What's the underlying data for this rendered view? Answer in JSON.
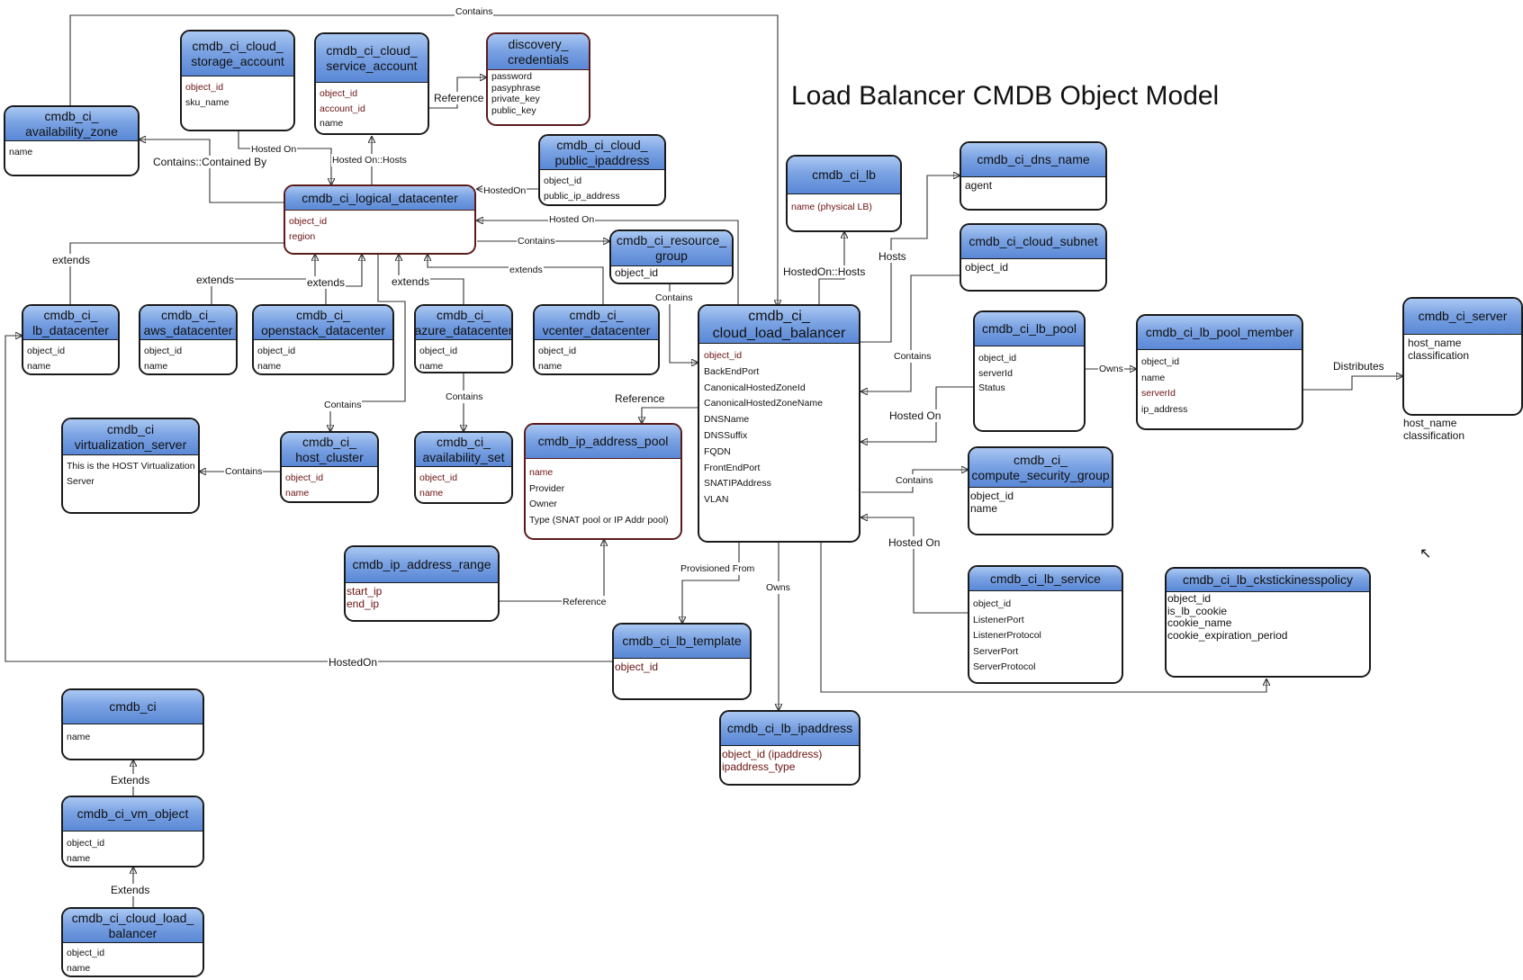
{
  "title": "Load Balancer CMDB Object Model",
  "nodes": {
    "availability_zone": {
      "title_l1": "cmdb_ci_",
      "title_l2": "availability_zone",
      "attrs": [
        "name"
      ]
    },
    "cloud_storage_account": {
      "title_l1": "cmdb_ci_cloud_",
      "title_l2": "storage_account",
      "attrs": [
        "object_id",
        "sku_name"
      ]
    },
    "cloud_service_account": {
      "title_l1": "cmdb_ci_cloud_",
      "title_l2": "service_account",
      "attrs": [
        "object_id",
        "account_id",
        "name"
      ]
    },
    "discovery_credentials": {
      "title_l1": "discovery_",
      "title_l2": "credentials",
      "attrs": [
        "password",
        "pasyphrase",
        "private_key",
        "public_key"
      ]
    },
    "cloud_public_ipaddress": {
      "title_l1": "cmdb_ci_cloud_",
      "title_l2": "public_ipaddress",
      "attrs": [
        "object_id",
        "public_ip_address"
      ]
    },
    "logical_datacenter": {
      "title_l1": "cmdb_ci_logical_datacenter",
      "attrs": [
        "object_id",
        "region"
      ]
    },
    "resource_group": {
      "title_l1": "cmdb_ci_resource_",
      "title_l2": "group",
      "attrs": [
        "object_id"
      ]
    },
    "lb": {
      "title_l1": "cmdb_ci_lb",
      "attrs": [
        "name (physical LB)"
      ]
    },
    "dns_name": {
      "title_l1": "cmdb_ci_dns_name",
      "attrs": [
        "agent"
      ]
    },
    "cloud_subnet": {
      "title_l1": "cmdb_ci_cloud_subnet",
      "attrs": [
        "object_id"
      ]
    },
    "lb_datacenter": {
      "title_l1": "cmdb_ci_",
      "title_l2": "lb_datacenter",
      "attrs": [
        "object_id",
        "name"
      ]
    },
    "aws_datacenter": {
      "title_l1": "cmdb_ci_",
      "title_l2": "aws_datacenter",
      "attrs": [
        "object_id",
        "name"
      ]
    },
    "openstack_datacenter": {
      "title_l1": "cmdb_ci_",
      "title_l2": "openstack_datacenter",
      "attrs": [
        "object_id",
        "name"
      ]
    },
    "azure_datacenter": {
      "title_l1": "cmdb_ci_",
      "title_l2": "azure_datacenter",
      "attrs": [
        "object_id",
        "name"
      ]
    },
    "vcenter_datacenter": {
      "title_l1": "cmdb_ci_",
      "title_l2": "vcenter_datacenter",
      "attrs": [
        "object_id",
        "name"
      ]
    },
    "cloud_load_balancer": {
      "title_l1": "cmdb_ci_",
      "title_l2": "cloud_load_balancer",
      "attrs": [
        "object_id",
        "BackEndPort",
        "CanonicalHostedZoneId",
        "CanonicalHostedZoneName",
        "DNSName",
        "DNSSuffix",
        "FQDN",
        "FrontEndPort",
        "SNATIPAddress",
        "VLAN"
      ]
    },
    "lb_pool": {
      "title_l1": "cmdb_ci_lb_pool",
      "attrs": [
        "object_id",
        "serverId",
        "Status"
      ]
    },
    "lb_pool_member": {
      "title_l1": "cmdb_ci_lb_pool_member",
      "attrs": [
        "object_id",
        "name",
        "serverId",
        "ip_address"
      ]
    },
    "server": {
      "title_l1": "cmdb_ci_server",
      "attrs": [
        "host_name",
        "classification"
      ]
    },
    "virtualization_server": {
      "title_l1": "cmdb_ci",
      "title_l2": "virtualization_server",
      "attrs": [
        "This is the HOST Virtualization",
        "Server"
      ]
    },
    "host_cluster": {
      "title_l1": "cmdb_ci_",
      "title_l2": "host_cluster",
      "attrs": [
        "object_id",
        "name"
      ]
    },
    "availability_set": {
      "title_l1": "cmdb_ci_",
      "title_l2": "availability_set",
      "attrs": [
        "object_id",
        "name"
      ]
    },
    "ip_address_pool": {
      "title_l1": "cmdb_ip_address_pool",
      "attrs": [
        "name",
        "Provider",
        "Owner",
        "Type (SNAT pool or IP Addr pool)"
      ]
    },
    "compute_security_group": {
      "title_l1": "cmdb_ci_",
      "title_l2": "compute_security_group",
      "attrs": [
        "object_id",
        "name"
      ]
    },
    "ip_address_range": {
      "title_l1": "cmdb_ip_address_range",
      "attrs": [
        "start_ip",
        "end_ip"
      ]
    },
    "lb_service": {
      "title_l1": "cmdb_ci_lb_service",
      "attrs": [
        "object_id",
        "ListenerPort",
        "ListenerProtocol",
        "ServerPort",
        "ServerProtocol"
      ]
    },
    "lb_ckstickinesspolicy": {
      "title_l1": "cmdb_ci_lb_ckstickinesspolicy",
      "attrs": [
        "object_id",
        "is_lb_cookie",
        "cookie_name",
        "cookie_expiration_period"
      ]
    },
    "lb_template": {
      "title_l1": "cmdb_ci_lb_template",
      "attrs": [
        "object_id"
      ]
    },
    "lb_ipaddress": {
      "title_l1": "cmdb_ci_lb_ipaddress",
      "attrs": [
        "object_id (ipaddress)",
        "ipaddress_type"
      ]
    },
    "ci": {
      "title_l1": "cmdb_ci",
      "attrs": [
        "name"
      ]
    },
    "vm_object": {
      "title_l1": "cmdb_ci_vm_object",
      "attrs": [
        "object_id",
        "name"
      ]
    },
    "cloud_load_balancer_legacy": {
      "title_l1": "cmdb_ci_cloud_load_",
      "title_l2": "balancer",
      "attrs": [
        "object_id",
        "name"
      ]
    }
  },
  "extra_text": {
    "server_below": [
      "host_name",
      "classification"
    ]
  },
  "edges": {
    "contains_top": "Contains",
    "hosted_on_1": "Hosted On",
    "contains_contained_by": "Contains::Contained By",
    "hosted_on_hosts_1": "Hosted On::Hosts",
    "reference_1": "Reference",
    "hostedon_1": "HostedOn",
    "hosted_on_2": "Hosted On",
    "contains_rg": "Contains",
    "extends_1": "extends",
    "extends_2": "extends",
    "extends_3": "extends",
    "extends_4": "extends",
    "extends_5": "extends",
    "contains_rg_clb": "Contains",
    "hostedon_hosts_lb": "HostedOn::Hosts",
    "hosts_dns": "Hosts",
    "contains_subnet": "Contains",
    "hosted_on_pool": "Hosted On",
    "owns_member": "Owns",
    "distributes": "Distributes",
    "contains_csg": "Contains",
    "hosted_on_svc": "Hosted On",
    "contains_cluster": "Contains",
    "contains_avset": "Contains",
    "contains_virt": "Contains",
    "reference_pool": "Reference",
    "reference_range": "Reference",
    "provisioned_from": "Provisioned From",
    "owns_ipaddr": "Owns",
    "hostedon_bottom": "HostedOn",
    "extends_ci": "Extends",
    "extends_vm": "Extends"
  }
}
